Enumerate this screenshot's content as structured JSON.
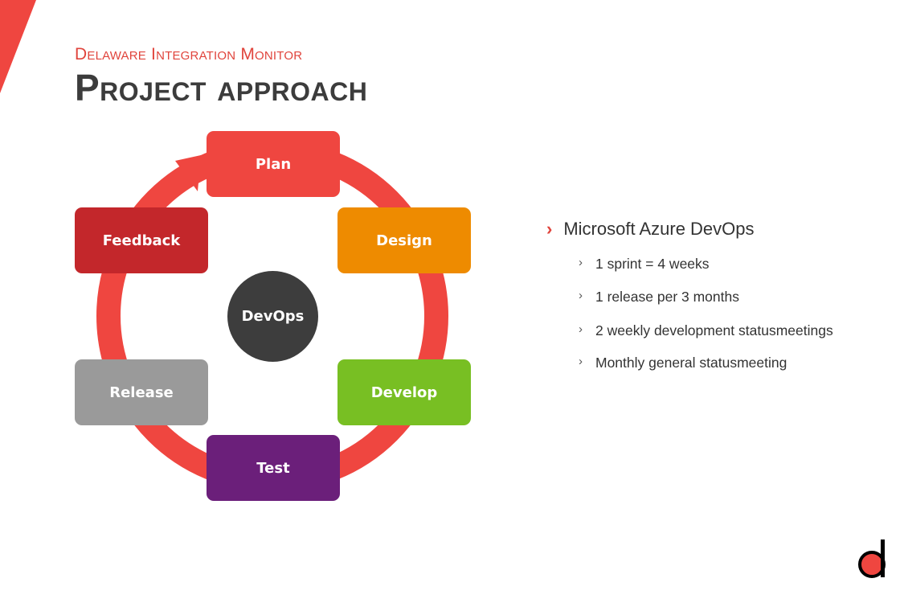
{
  "header": {
    "subtitle": "Delaware Integration Monitor",
    "title": "Project approach"
  },
  "cycle": {
    "center": "DevOps",
    "steps": [
      {
        "label": "Plan",
        "color": "#ef4640"
      },
      {
        "label": "Design",
        "color": "#ee8b00"
      },
      {
        "label": "Develop",
        "color": "#78bf23"
      },
      {
        "label": "Test",
        "color": "#6b1f7a"
      },
      {
        "label": "Release",
        "color": "#9a9a9a"
      },
      {
        "label": "Feedback",
        "color": "#c3272b"
      }
    ],
    "ring_color": "#ef4640"
  },
  "bullets": {
    "main": "Microsoft Azure DevOps",
    "sub": [
      "1 sprint = 4 weeks",
      "1 release per 3 months",
      "2 weekly development statusmeetings",
      "Monthly general statusmeeting"
    ]
  },
  "brand": {
    "accent": "#e0443c"
  }
}
